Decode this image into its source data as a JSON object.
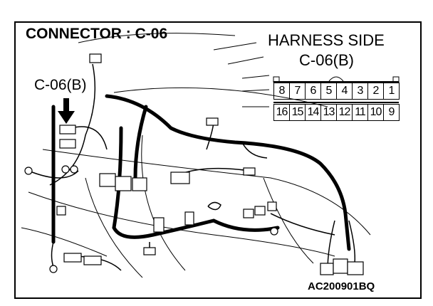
{
  "title": "CONNECTOR : C-06",
  "harness_side_label": "HARNESS SIDE",
  "harness_connector_id": "C-06(B)",
  "callout_label": "C-06(B)",
  "figure_code": "AC200901BQ",
  "pins_top": [
    "8",
    "7",
    "6",
    "5",
    "4",
    "3",
    "2",
    "1"
  ],
  "pins_bottom": [
    "16",
    "15",
    "14",
    "13",
    "12",
    "11",
    "10",
    "9"
  ]
}
